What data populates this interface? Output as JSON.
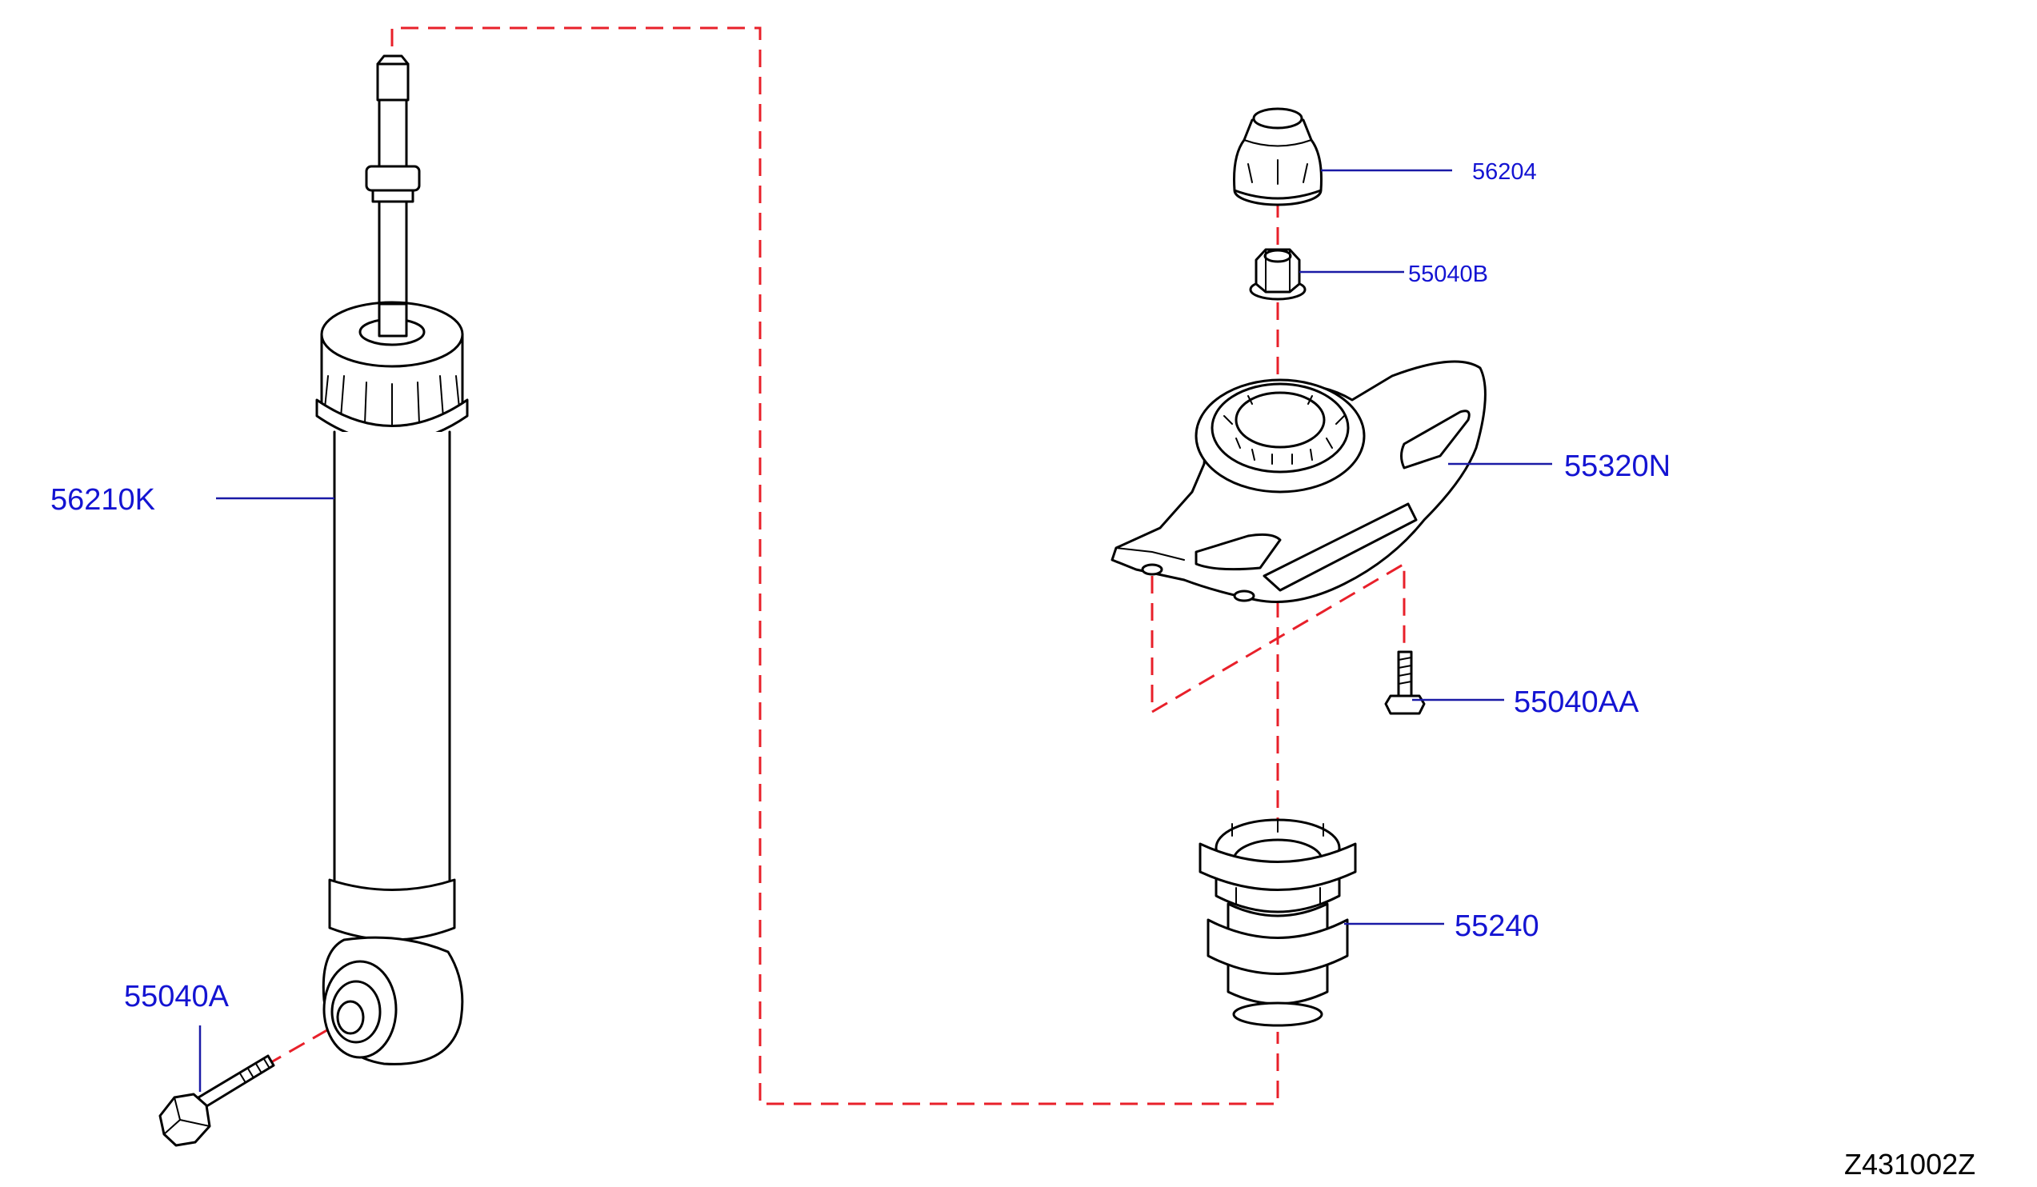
{
  "parts": [
    {
      "id": "56204",
      "label": "56204"
    },
    {
      "id": "55040B",
      "label": "55040B"
    },
    {
      "id": "55320N",
      "label": "55320N"
    },
    {
      "id": "55040AA",
      "label": "55040AA"
    },
    {
      "id": "55240",
      "label": "55240"
    },
    {
      "id": "56210K",
      "label": "56210K"
    },
    {
      "id": "55040A",
      "label": "55040A"
    }
  ],
  "figure_code": "Z431002Z",
  "colors": {
    "label": "#1414d2",
    "leader": "#1a1aa6",
    "guide_line": "#e8202a",
    "outline": "#000000"
  }
}
